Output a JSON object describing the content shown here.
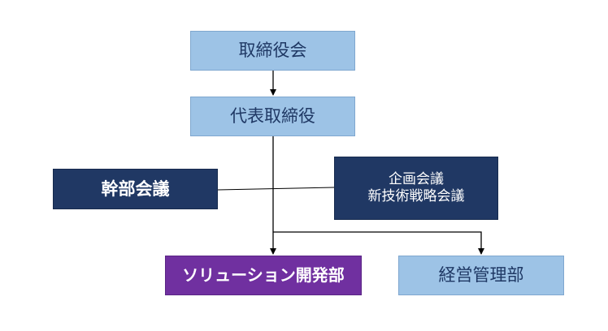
{
  "org_chart": {
    "board": "取締役会",
    "ceo": "代表取締役",
    "exec_meeting": "幹部会議",
    "meetings": [
      "企画会議",
      "新技術戦略会議"
    ],
    "solution_dev": "ソリューション開発部",
    "management": "経営管理部"
  },
  "colors": {
    "light_box": "#9dc3e6",
    "dark_box": "#203864",
    "highlight_box": "#7030a0",
    "connector": "#000000"
  }
}
